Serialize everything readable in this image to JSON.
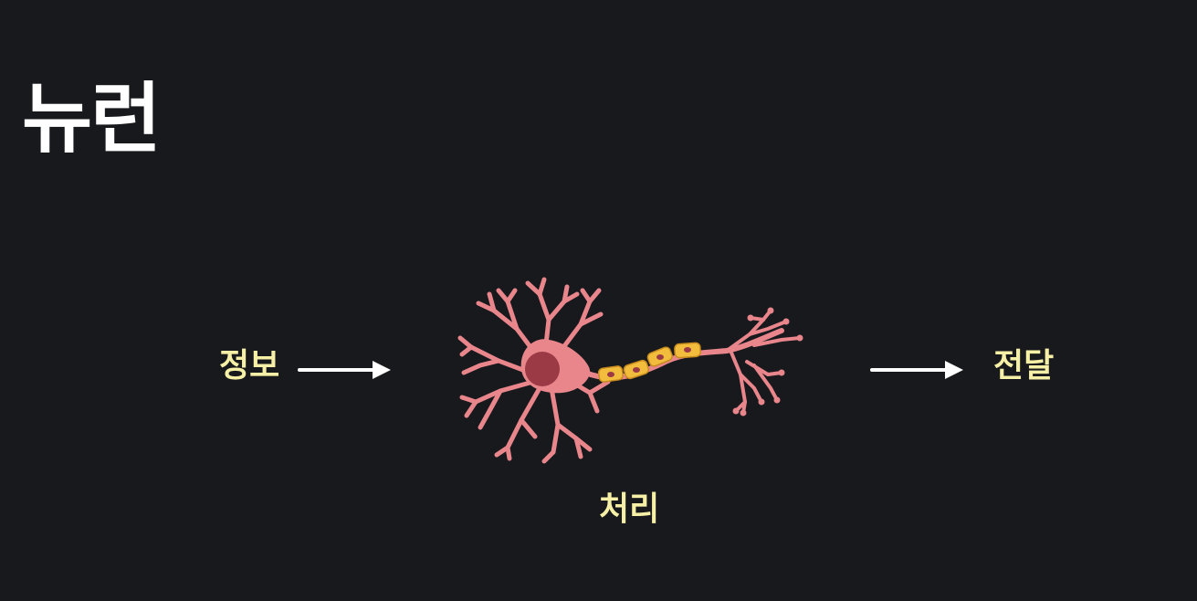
{
  "slide": {
    "title": "뉴런",
    "input_label": "정보",
    "process_label": "처리",
    "output_label": "전달"
  },
  "icons": {
    "neuron": "neuron-illustration",
    "arrow_in": "right-arrow-icon",
    "arrow_out": "right-arrow-icon"
  },
  "colors": {
    "background": "#18191d",
    "title": "#ffffff",
    "labels": "#f6efa6",
    "arrows": "#ffffff",
    "neuron_body": "#e8868c",
    "nucleus": "#9b3a45",
    "myelin": "#f2bc3c"
  }
}
